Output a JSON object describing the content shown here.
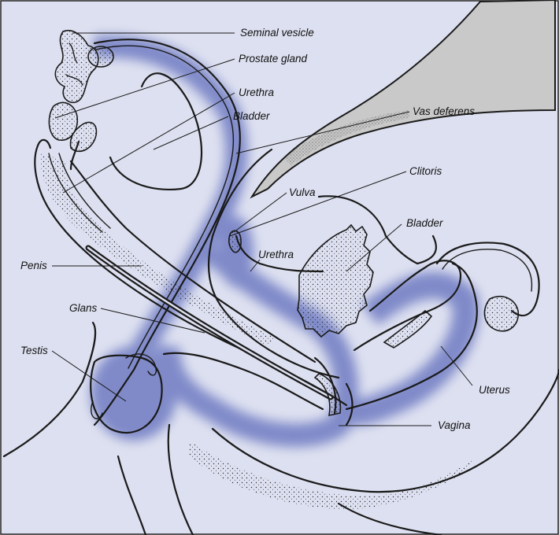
{
  "colors": {
    "background": "#dde0f0",
    "highlight": "#6f7cc2",
    "shade": "#c9c9c9",
    "line": "#1a1a1a"
  },
  "labels": {
    "seminal_vesicle": "Seminal vesicle",
    "prostate_gland": "Prostate gland",
    "urethra_male": "Urethra",
    "bladder_male": "Bladder",
    "vas_deferens": "Vas deferens",
    "clitoris": "Clitoris",
    "vulva": "Vulva",
    "bladder_female": "Bladder",
    "urethra_female": "Urethra",
    "penis": "Penis",
    "glans": "Glans",
    "testis": "Testis",
    "uterus": "Uterus",
    "vagina": "Vagina"
  }
}
